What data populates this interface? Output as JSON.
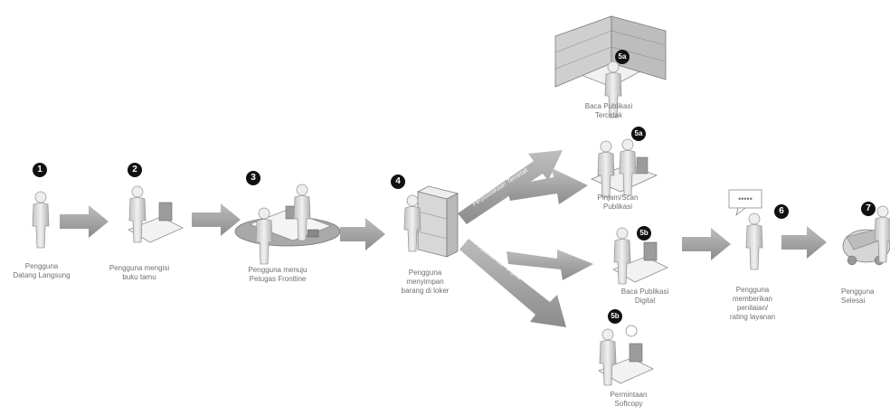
{
  "steps": [
    {
      "badge": "1",
      "label_lines": [
        "Pengguna",
        "Datang Langsung"
      ]
    },
    {
      "badge": "2",
      "label_lines": [
        "Pengguna mengisi",
        "buku tamu"
      ]
    },
    {
      "badge": "3",
      "label_lines": [
        "Pengguna menuju",
        "Petugas Frontline"
      ]
    },
    {
      "badge": "4",
      "label_lines": [
        "Pengguna",
        "menyimpan",
        "barang di loker"
      ]
    },
    {
      "badge": "5a",
      "label_lines": [
        "Baca Publikasi",
        "Tercetak"
      ]
    },
    {
      "badge": "5a",
      "label_lines": [
        "Pinjam/Scan",
        "Publikasi"
      ]
    },
    {
      "badge": "5b",
      "label_lines": [
        "Baca Publikasi",
        "Digital"
      ]
    },
    {
      "badge": "5b",
      "label_lines": [
        "Permintaan",
        "Softcopy"
      ]
    },
    {
      "badge": "6",
      "label_lines": [
        "Pengguna",
        "memberikan",
        "penilaian/",
        "rating layanan"
      ]
    },
    {
      "badge": "7",
      "label_lines": [
        "Pengguna",
        "Selesai"
      ]
    }
  ],
  "branches": {
    "upper": "Perpustakaan Tercetak",
    "lower": "Perpustakaan Digital"
  },
  "colors": {
    "arrow": "#9a9a9a",
    "figure_light": "#e6e6e6",
    "figure_dark": "#a8a8a8",
    "badge": "#111111"
  }
}
